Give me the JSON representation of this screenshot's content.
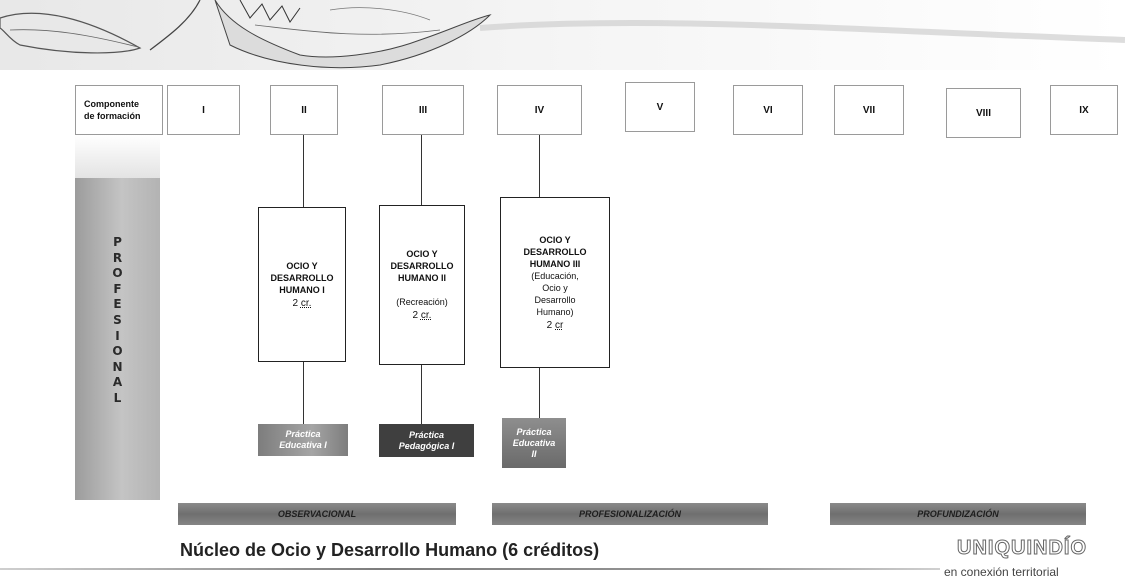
{
  "header": {
    "component_label_1": "Componente",
    "component_label_2": "de formación",
    "semesters": [
      "I",
      "II",
      "III",
      "IV",
      "V",
      "VI",
      "VII",
      "VIII",
      "IX"
    ]
  },
  "sidebar": {
    "letters": [
      "P",
      "R",
      "O",
      "F",
      "E",
      "S",
      "I",
      "O",
      "N",
      "A",
      "L"
    ]
  },
  "courses": [
    {
      "line1": "OCIO Y",
      "line2": "DESARROLLO",
      "line3": "HUMANO I",
      "credits": "2",
      "unit": "cr."
    },
    {
      "line1": "OCIO Y",
      "line2": "DESARROLLO",
      "line3": "HUMANO II",
      "sub": "(Recreación)",
      "credits": "2",
      "unit": "cr."
    },
    {
      "line1": "OCIO Y",
      "line2": "DESARROLLO",
      "line3": "HUMANO III",
      "sub1": "(Educación,",
      "sub2": "Ocio y",
      "sub3": "Desarrollo",
      "sub4": "Humano)",
      "credits": "2",
      "unit": "cr"
    }
  ],
  "practices": [
    {
      "line1": "Práctica",
      "line2": "Educativa I"
    },
    {
      "line1": "Práctica",
      "line2": "Pedagógica I"
    },
    {
      "line1": "Práctica",
      "line2": "Educativa",
      "line3": "II"
    }
  ],
  "phases": {
    "observational": "OBSERVACIONAL",
    "professionalization": "PROFESIONALIZACIÓN",
    "deepening": "PROFUNDIZACIÓN"
  },
  "footer": {
    "title": "Núcleo de Ocio y Desarrollo Humano (6 créditos)",
    "logo_name": "UNIQUINDÍO",
    "logo_tagline": "en conexión territorial"
  },
  "colors": {
    "practice_1": "#7d7d7d",
    "practice_2": "#3f3f3f",
    "practice_3": "#6a6a6a",
    "phase_bar": "#7a7a7a",
    "side_bar": "#b0b0b0"
  }
}
